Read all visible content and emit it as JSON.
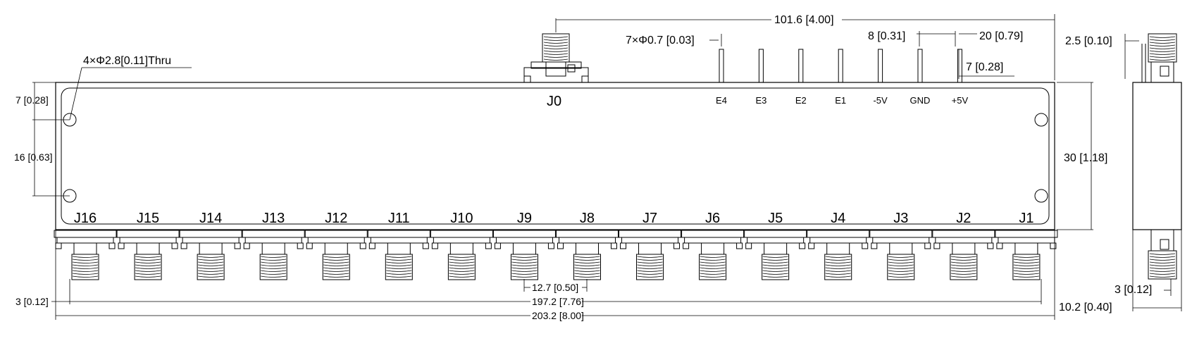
{
  "main_connector": "J0",
  "rf_ports": [
    "J16",
    "J15",
    "J14",
    "J13",
    "J12",
    "J11",
    "J10",
    "J9",
    "J8",
    "J7",
    "J6",
    "J5",
    "J4",
    "J3",
    "J2",
    "J1"
  ],
  "control_pins": [
    "E4",
    "E3",
    "E2",
    "E1",
    "-5V",
    "GND",
    "+5V"
  ],
  "dimensions": {
    "overall_length": "203.2 [8.00]",
    "port_span": "197.2 [7.76]",
    "port_pitch": "12.7 [0.50]",
    "j0_offset": "101.6 [4.00]",
    "body_height": "30 [1.18]",
    "hole_spacing": "16 [0.63]",
    "hole_top": "7 [0.28]",
    "edge_offset": "3 [0.12]",
    "holes": "4×Φ2.8[0.11]Thru",
    "pins": "7×Φ0.7 [0.03]",
    "pin_pitch": "8 [0.31]",
    "pin_offset": "20 [0.79]",
    "pin_height": "7 [0.28]",
    "side_pin": "2.5 [0.10]",
    "side_offset": "3 [0.12]",
    "thickness": "10.2 [0.40]"
  }
}
